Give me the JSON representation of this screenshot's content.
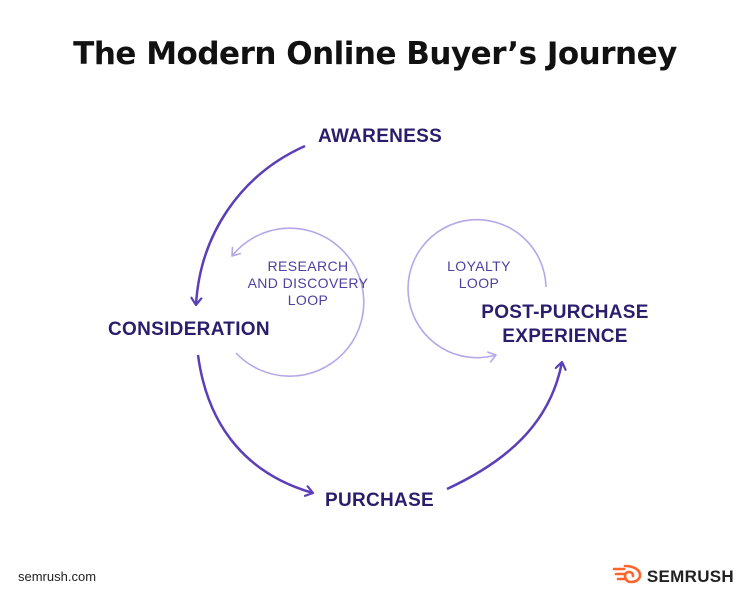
{
  "title": "The Modern Online Buyer’s Journey",
  "stages": {
    "awareness": "AWARENESS",
    "consideration": "CONSIDERATION",
    "purchase": "PURCHASE",
    "post_purchase_line1": "POST-PURCHASE",
    "post_purchase_line2": "EXPERIENCE"
  },
  "loops": {
    "research_line1": "RESEARCH",
    "research_line2": "AND DISCOVERY",
    "research_line3": "LOOP",
    "loyalty_line1": "LOYALTY",
    "loyalty_line2": "LOOP"
  },
  "footer": {
    "site": "semrush.com",
    "brand": "SEMRUSH"
  },
  "colors": {
    "main_arrow": "#5b3fb8",
    "loop_arrow": "#b6a8e8",
    "stage_text": "#2b1d6b",
    "brand_orange": "#ff642d"
  },
  "icons": {
    "brand_logo": "semrush-fire-icon"
  }
}
